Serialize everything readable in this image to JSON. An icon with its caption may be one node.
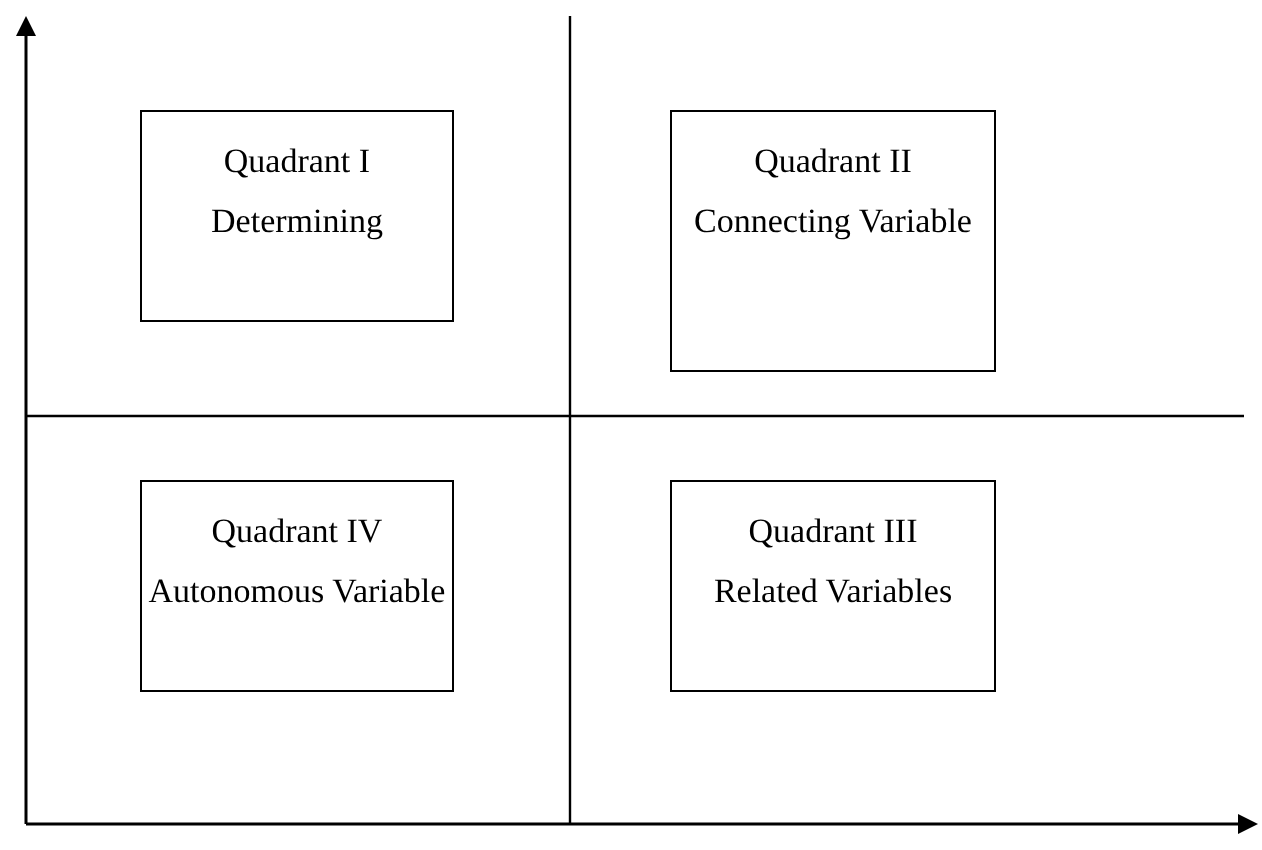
{
  "diagram": {
    "nodes": [
      {
        "text": [
          "Quadrant I",
          "Determining"
        ]
      },
      {
        "text": [
          "Quadrant II",
          "Connecting Variable"
        ]
      },
      {
        "text": [
          "Quadrant IV",
          "Autonomous Variable"
        ]
      },
      {
        "text": [
          "Quadrant III",
          "Related Variables"
        ]
      }
    ]
  }
}
